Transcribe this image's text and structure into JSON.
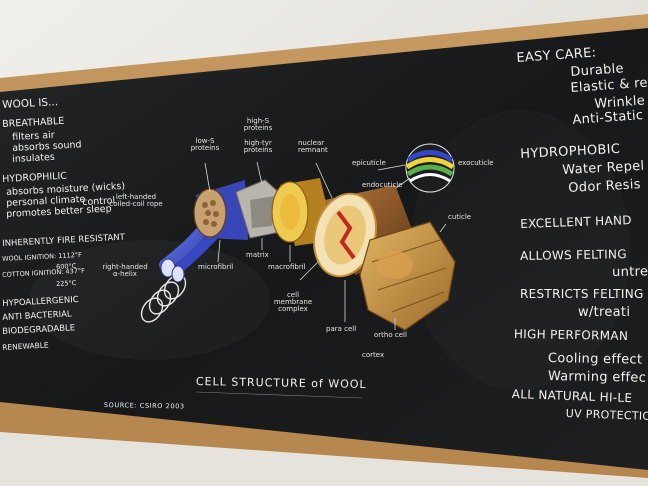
{
  "left_panel": {
    "heading": "WOOL IS...",
    "lines": [
      "BREATHABLE",
      "filters air",
      "absorbs sound",
      "insulates",
      "HYDROPHILIC",
      "absorbs moisture (wicks)",
      "personal climate",
      "control",
      "promotes better sleep",
      "INHERENTLY FIRE RESISTANT",
      "WOOL IGNITION: 1112°F",
      "600°C",
      "COTTON IGNITION: 437°F",
      "225°C",
      "HYPOALLERGENIC",
      "ANTI BACTERIAL",
      "BIODEGRADABLE",
      "RENEWABLE"
    ]
  },
  "right_panel": {
    "lines": [
      "EASY CARE:",
      "Durable",
      "Elastic & re",
      "Wrinkle R",
      "Anti-Static",
      "HYDROPHOBIC",
      "Water Repel",
      "Odor Resis",
      "EXCELLENT HAND",
      "ALLOWS FELTING",
      "untre",
      "RESTRICTS FELTING",
      "w/treati",
      "HIGH PERFORMAN",
      "Cooling effect",
      "Warming effec",
      "ALL NATURAL HI-LE",
      "UV PROTECTIO"
    ]
  },
  "diagram": {
    "title": "CELL STRUCTURE of WOOL",
    "source": "SOURCE: CSIRO 2003",
    "labels": {
      "low_s": "low-S proteins",
      "high_s": "high-S proteins",
      "high_tyr": "high-tyr proteins",
      "nuclear": "nuclear remnant",
      "epicuticle": "epicuticle",
      "exocuticle": "exocuticle",
      "endocuticle": "endocuticle",
      "cuticle": "cuticle",
      "left_handed": "left-handed coiled-coil rope",
      "right_handed": "right-handed α-helix",
      "microfibril": "microfibril",
      "matrix": "matrix",
      "macrofibril": "macrofibril",
      "cell_membrane": "cell membrane complex",
      "para_cell": "para cell",
      "ortho_cell": "ortho cell",
      "cortex": "cortex"
    }
  },
  "colors": {
    "wall": "#e9e7e2",
    "board": "#1a1c1d",
    "frame": "#b68a55",
    "chalk": "#f4f2ee",
    "fibril_blue": "#4a5bd6",
    "macro_yellow": "#e1b43a",
    "cortex_brown": "#8a5524",
    "cuticle_gold": "#c8913e"
  }
}
